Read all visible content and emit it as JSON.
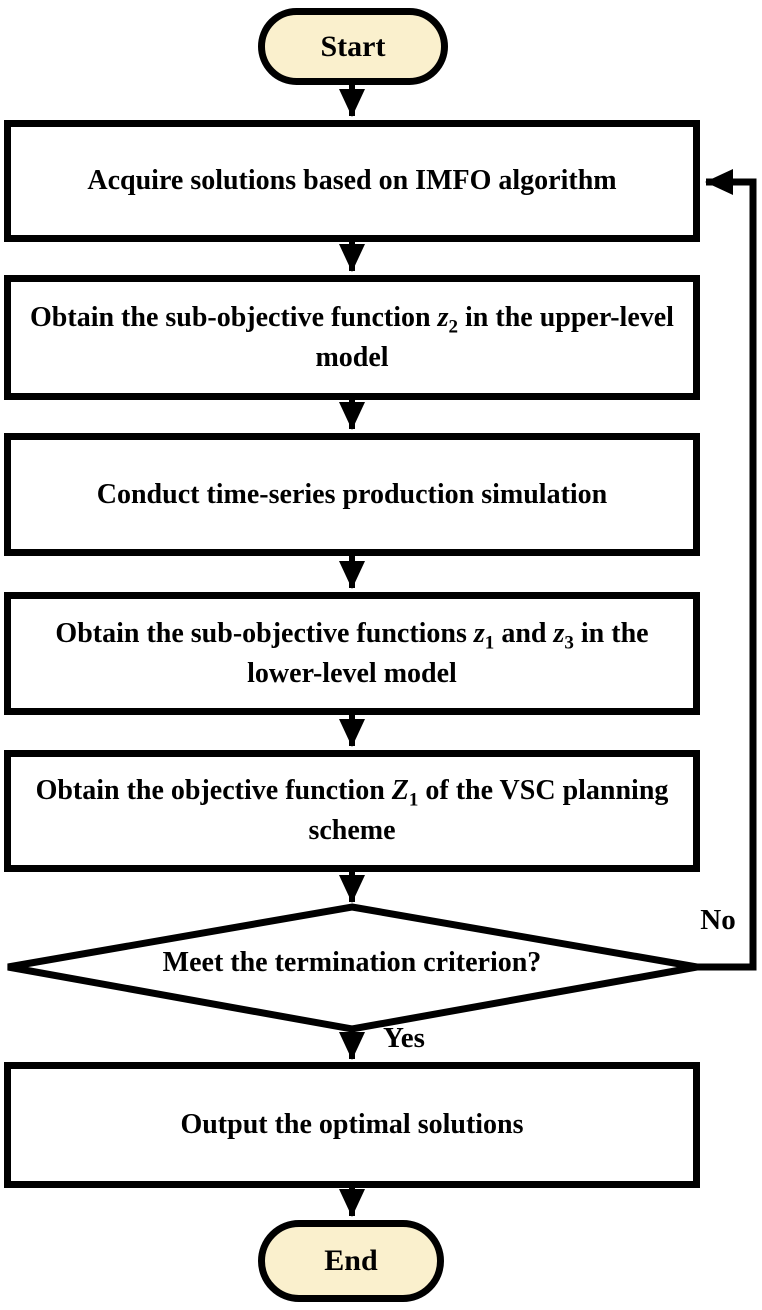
{
  "colors": {
    "terminal_fill": "#FAF0CD",
    "line": "#000000",
    "background": "#FFFFFF"
  },
  "nodes": {
    "start": "Start",
    "step1": "Acquire solutions based on IMFO algorithm",
    "step2_pre": "Obtain the sub-objective function ",
    "step2_var": "z",
    "step2_sub": "2",
    "step2_post": " in the upper-level model",
    "step3": "Conduct time-series production simulation",
    "step4_pre": "Obtain the sub-objective functions ",
    "step4_var1": "z",
    "step4_sub1": "1",
    "step4_mid": " and ",
    "step4_var2": "z",
    "step4_sub2": "3",
    "step4_post": " in the lower-level model",
    "step5_pre": "Obtain the objective function ",
    "step5_var": "Z",
    "step5_sub": "1",
    "step5_post": " of the VSC planning scheme",
    "decision": "Meet the termination criterion?",
    "step6": "Output the optimal solutions",
    "end": "End"
  },
  "edges": {
    "yes": "Yes",
    "no": "No"
  }
}
